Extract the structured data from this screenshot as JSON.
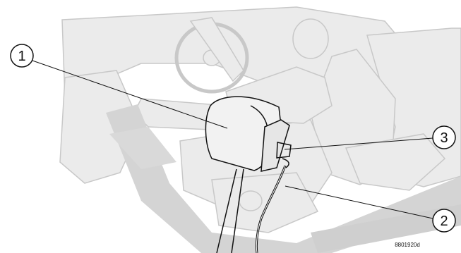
{
  "callouts": {
    "c1": "1",
    "c2": "2",
    "c3": "3"
  },
  "figure_code": "8801920d",
  "colors": {
    "ghost_fill": "#ebebeb",
    "ghost_stroke": "#c8c8c8",
    "floor": "#d4d4d4",
    "line": "#111111"
  }
}
